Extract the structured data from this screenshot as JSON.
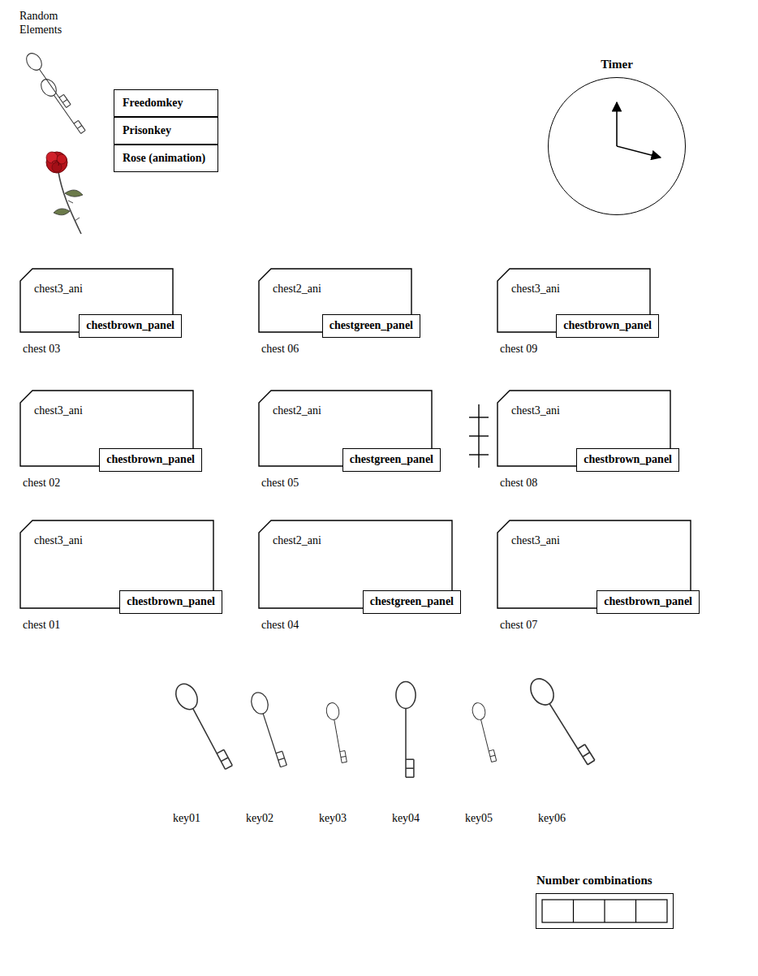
{
  "diagram": {
    "nodes": [
      {
        "text": [
          "Freedomkey"
        ]
      },
      {
        "text": [
          "Prisonkey"
        ]
      },
      {
        "text": [
          "Rose (animation)"
        ]
      },
      {
        "text": [
          "Timer"
        ]
      },
      {
        "text": [
          "chest 03",
          "chest3_ani"
        ]
      },
      {
        "text": [
          "chestbrown_panel"
        ],
        "in": 4
      },
      {
        "text": [
          "chest 06",
          "chest2_ani"
        ]
      },
      {
        "text": [
          "chestgreen_panel"
        ],
        "in": 6
      },
      {
        "text": [
          "chest 09",
          "chest3_ani"
        ]
      },
      {
        "text": [
          "chestbrown_panel"
        ],
        "in": 8
      },
      {
        "text": [
          "chest 02",
          "chest3_ani"
        ]
      },
      {
        "text": [
          "chestbrown_panel"
        ],
        "in": 10
      },
      {
        "text": [
          "chest 05",
          "chest2_ani"
        ]
      },
      {
        "text": [
          "chestgreen_panel"
        ],
        "in": 12
      },
      {
        "text": [
          "chest 08",
          "chest3_ani"
        ]
      },
      {
        "text": [
          "chestbrown_panel"
        ],
        "in": 14
      },
      {
        "text": [
          "chest 01",
          "chest3_ani"
        ]
      },
      {
        "text": [
          "chestbrown_panel"
        ],
        "in": 16
      },
      {
        "text": [
          "chest 04",
          "chest2_ani"
        ]
      },
      {
        "text": [
          "chestgreen_panel"
        ],
        "in": 18
      },
      {
        "text": [
          "chest 07",
          "chest3_ani"
        ]
      },
      {
        "text": [
          "chestbrown_panel"
        ],
        "in": 20
      },
      {
        "text": [
          "Number combinations"
        ]
      }
    ],
    "labels": [
      "Random Elements",
      "key01",
      "key02",
      "key03",
      "key04",
      "key05",
      "key06"
    ]
  }
}
